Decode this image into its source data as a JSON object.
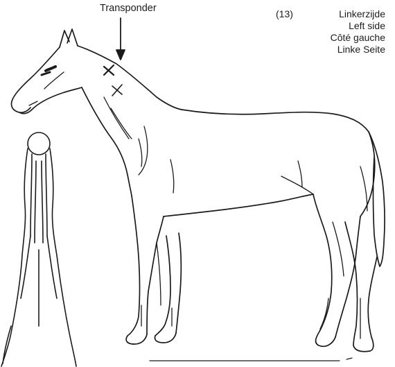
{
  "annotation": {
    "transponder_label": "Transponder"
  },
  "legend": {
    "number": "(13)",
    "side_dutch": "Linkerzijde",
    "side_english": "Left side",
    "side_french": "Côté gauche",
    "side_german": "Linke Seite"
  },
  "colors": {
    "line": "#1a1a1a",
    "paper": "#ffffff"
  },
  "icons": {
    "transponder_mark": "cross-mark",
    "secondary_mark": "cross-mark",
    "pointer": "arrow-down"
  }
}
